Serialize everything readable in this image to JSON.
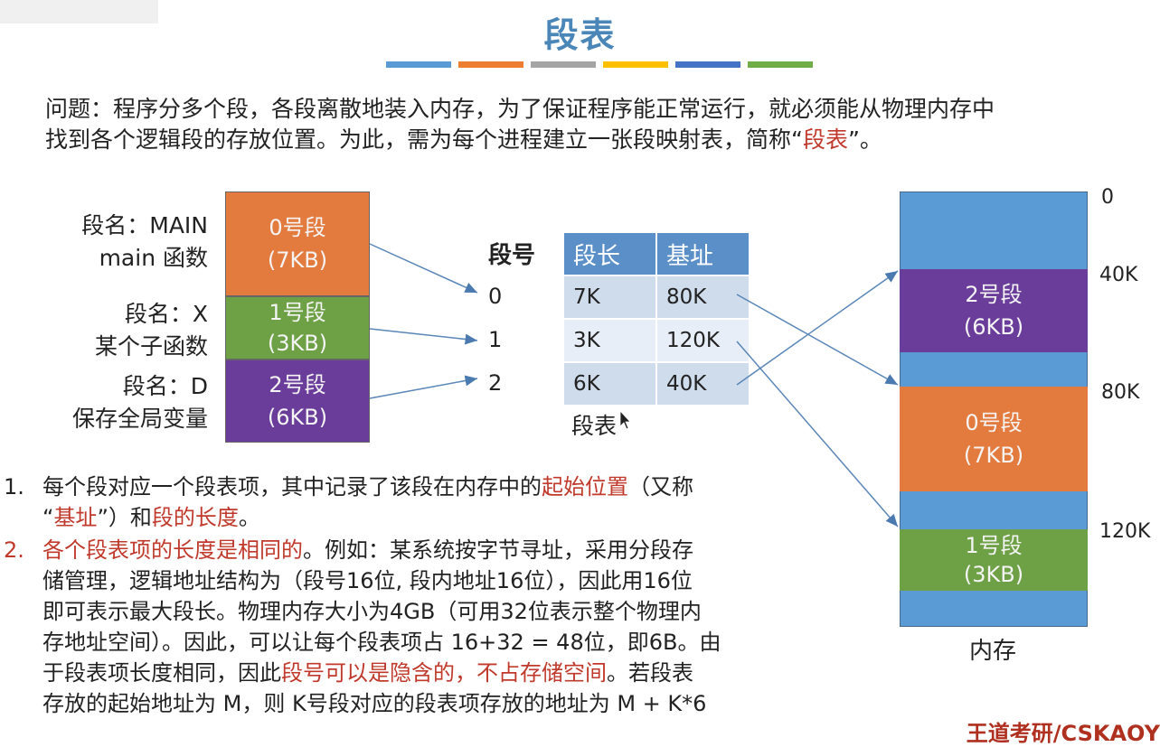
{
  "title": "段表",
  "colors": {
    "accent_bars": [
      "#5b9bd5",
      "#ed7d31",
      "#a5a5a5",
      "#ffc000",
      "#4472c4",
      "#70ad47"
    ],
    "seg0": "#e37b3e",
    "seg1": "#6ea045",
    "seg2": "#6a3d9a",
    "memory": "#5b9bd5",
    "table_header": "#5b8fc7",
    "red_text": "#c0392b"
  },
  "intro": {
    "line1": "问题：程序分多个段，各段离散地装入内存，为了保证程序能正常运行，就必须能从物理内存中",
    "line2_prefix": "找到各个逻辑段的存放位置。为此，需为每个进程建立一张段映射表，简称“",
    "line2_red": "段表",
    "line2_suffix": "”。"
  },
  "logical_segments": [
    {
      "name_line1": "段名：MAIN",
      "name_line2": "main 函数",
      "label": "0号段",
      "size": "(7KB)"
    },
    {
      "name_line1": "段名：X",
      "name_line2": "某个子函数",
      "label": "1号段",
      "size": "(3KB)"
    },
    {
      "name_line1": "段名：D",
      "name_line2": "保存全局变量",
      "label": "2号段",
      "size": "(6KB)"
    }
  ],
  "segment_number_header": "段号",
  "segment_numbers": [
    "0",
    "1",
    "2"
  ],
  "segment_table": {
    "headers": [
      "段长",
      "基址"
    ],
    "rows": [
      [
        "7K",
        "80K"
      ],
      [
        "3K",
        "120K"
      ],
      [
        "6K",
        "40K"
      ]
    ],
    "caption": "段表"
  },
  "memory": {
    "caption": "内存",
    "addresses": [
      "0",
      "40K",
      "80K",
      "120K"
    ],
    "segments": [
      {
        "label": "2号段",
        "size": "(6KB)"
      },
      {
        "label": "0号段",
        "size": "(7KB)"
      },
      {
        "label": "1号段",
        "size": "(3KB)"
      }
    ]
  },
  "points": {
    "p1": {
      "num": "1.",
      "a": "每个段对应一个段表项，其中记录了该段在内存中的",
      "a_red": "起始位置",
      "b": "（又称",
      "c_q1": "“",
      "c_red1": "基址",
      "c_mid": "”）和",
      "c_red2": "段的长度",
      "c_end": "。"
    },
    "p2": {
      "num": "2.",
      "l1_red": "各个段表项的长度是相同的",
      "l1": "。例如：某系统按字节寻址，采用分段存",
      "l2": "储管理，逻辑地址结构为（段号16位, 段内地址16位），因此用16位",
      "l3": "即可表示最大段长。物理内存大小为4GB（可用32位表示整个物理内",
      "l4": "存地址空间）。因此，可以让每个段表项占 16+32 = 48位，即6B。由",
      "l5a": "于段表项长度相同，因此",
      "l5_red": "段号可以是隐含的，不占存储空间",
      "l5b": "。若段表",
      "l6": "存放的起始地址为 M，则 K号段对应的段表项存放的地址为 M + K*6"
    }
  },
  "brand": "王道考研/CSKAOY"
}
